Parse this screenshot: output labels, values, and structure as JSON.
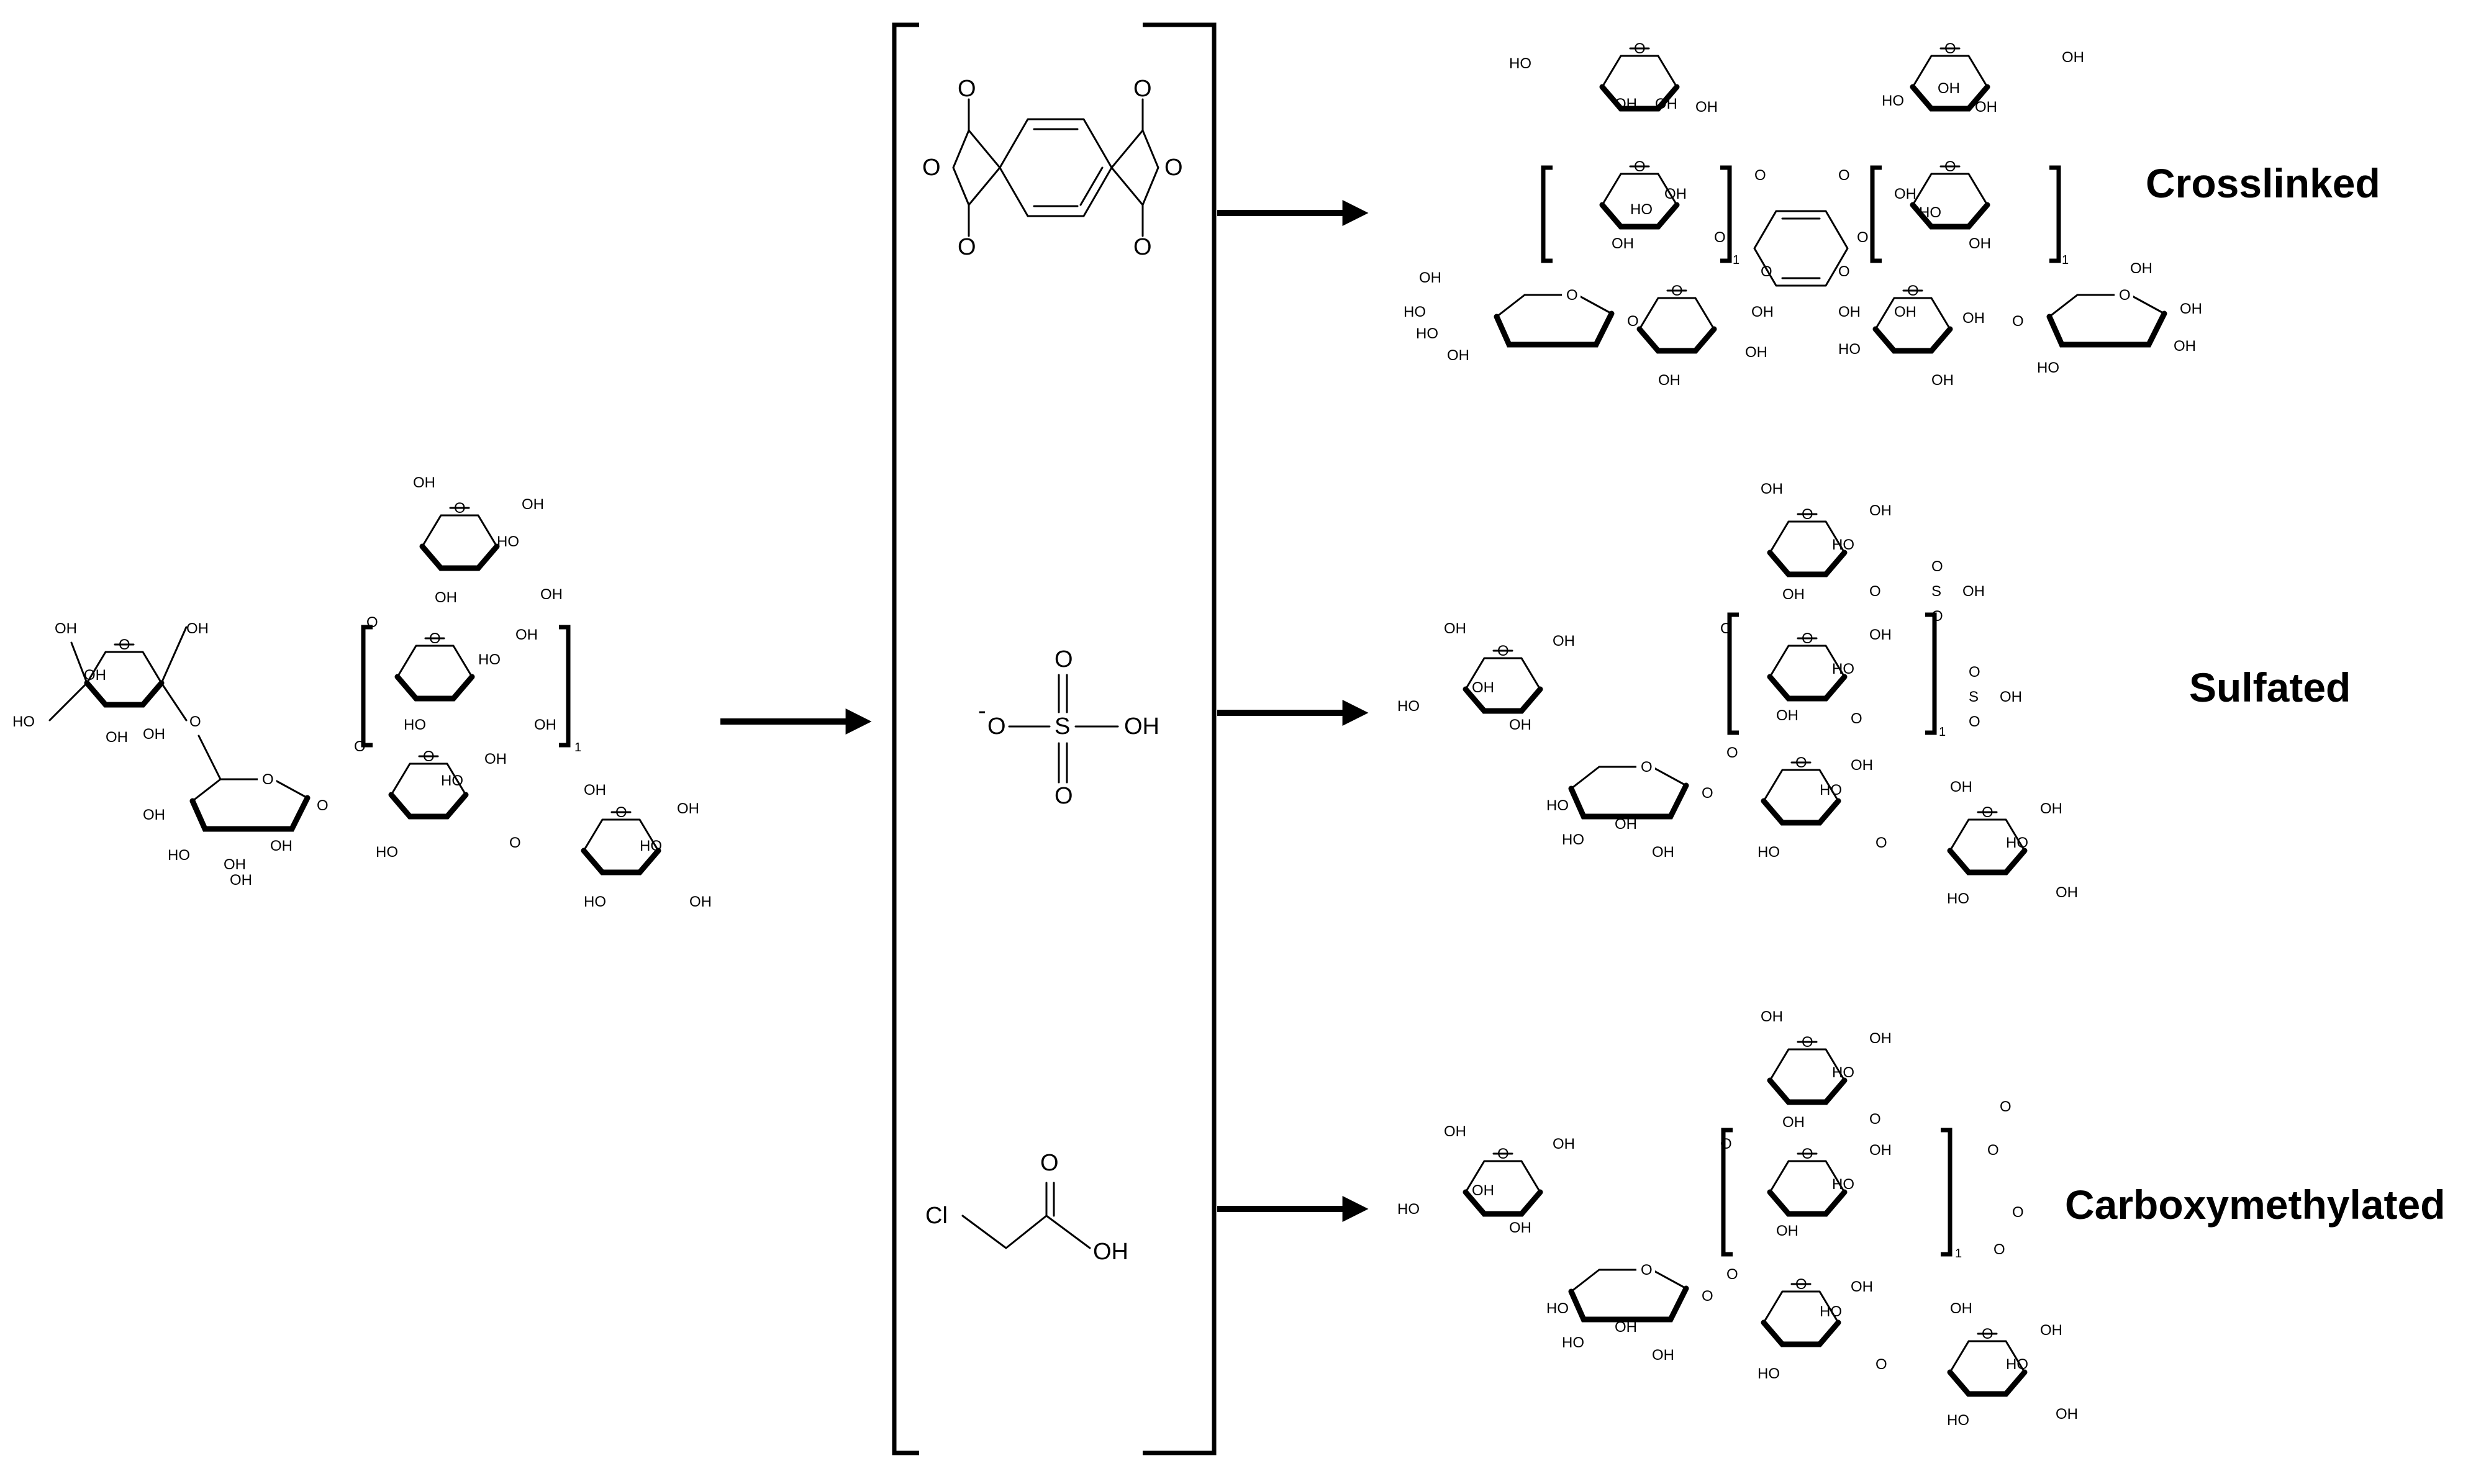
{
  "atoms": {
    "o": "O",
    "oh": "OH",
    "ho": "HO",
    "sub1": "1",
    "minus": "-",
    "s": "S",
    "cl": "Cl"
  },
  "products": {
    "crosslinked": "Crosslinked",
    "sulfated": "Sulfated",
    "carboxymethylated": "Carboxymethylated"
  },
  "colors": {
    "ink": "#000000",
    "background": "#ffffff"
  }
}
